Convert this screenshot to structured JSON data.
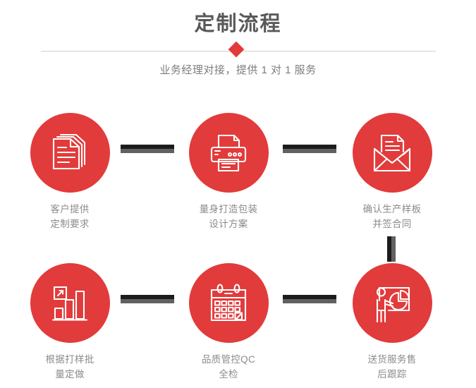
{
  "header": {
    "title": "定制流程",
    "subtitle": "业务经理对接，提供 1 对 1 服务",
    "accent_color": "#e23b3b",
    "divider_color": "#cfcfcf",
    "title_color": "#595959",
    "subtitle_color": "#7d7d7d",
    "diamond_icon": "diamond-marker"
  },
  "flow": {
    "label_color": "#8b8b8b",
    "circle_color": "#e23b3b",
    "connector_dark": "#1c1c1c",
    "connector_light": "#616161",
    "steps": [
      {
        "id": "step-1",
        "icon": "documents-icon",
        "label": "客户提供\n定制要求"
      },
      {
        "id": "step-2",
        "icon": "printer-icon",
        "label": "量身打造包装\n设计方案"
      },
      {
        "id": "step-3",
        "icon": "envelope-mail-icon",
        "label": "确认生产样板\n并签合同"
      },
      {
        "id": "step-4",
        "icon": "bar-chart-growth-icon",
        "label": "根据打样批\n量定做"
      },
      {
        "id": "step-5",
        "icon": "calendar-check-icon",
        "label": "品质管控QC\n全检"
      },
      {
        "id": "step-6",
        "icon": "presentation-person-icon",
        "label": "送货服务售\n后跟踪"
      }
    ],
    "connectors": [
      {
        "id": "connector-1-2",
        "orientation": "horizontal"
      },
      {
        "id": "connector-2-3",
        "orientation": "horizontal"
      },
      {
        "id": "connector-3-6",
        "orientation": "vertical"
      },
      {
        "id": "connector-4-5",
        "orientation": "horizontal"
      },
      {
        "id": "connector-5-6",
        "orientation": "horizontal"
      }
    ]
  }
}
